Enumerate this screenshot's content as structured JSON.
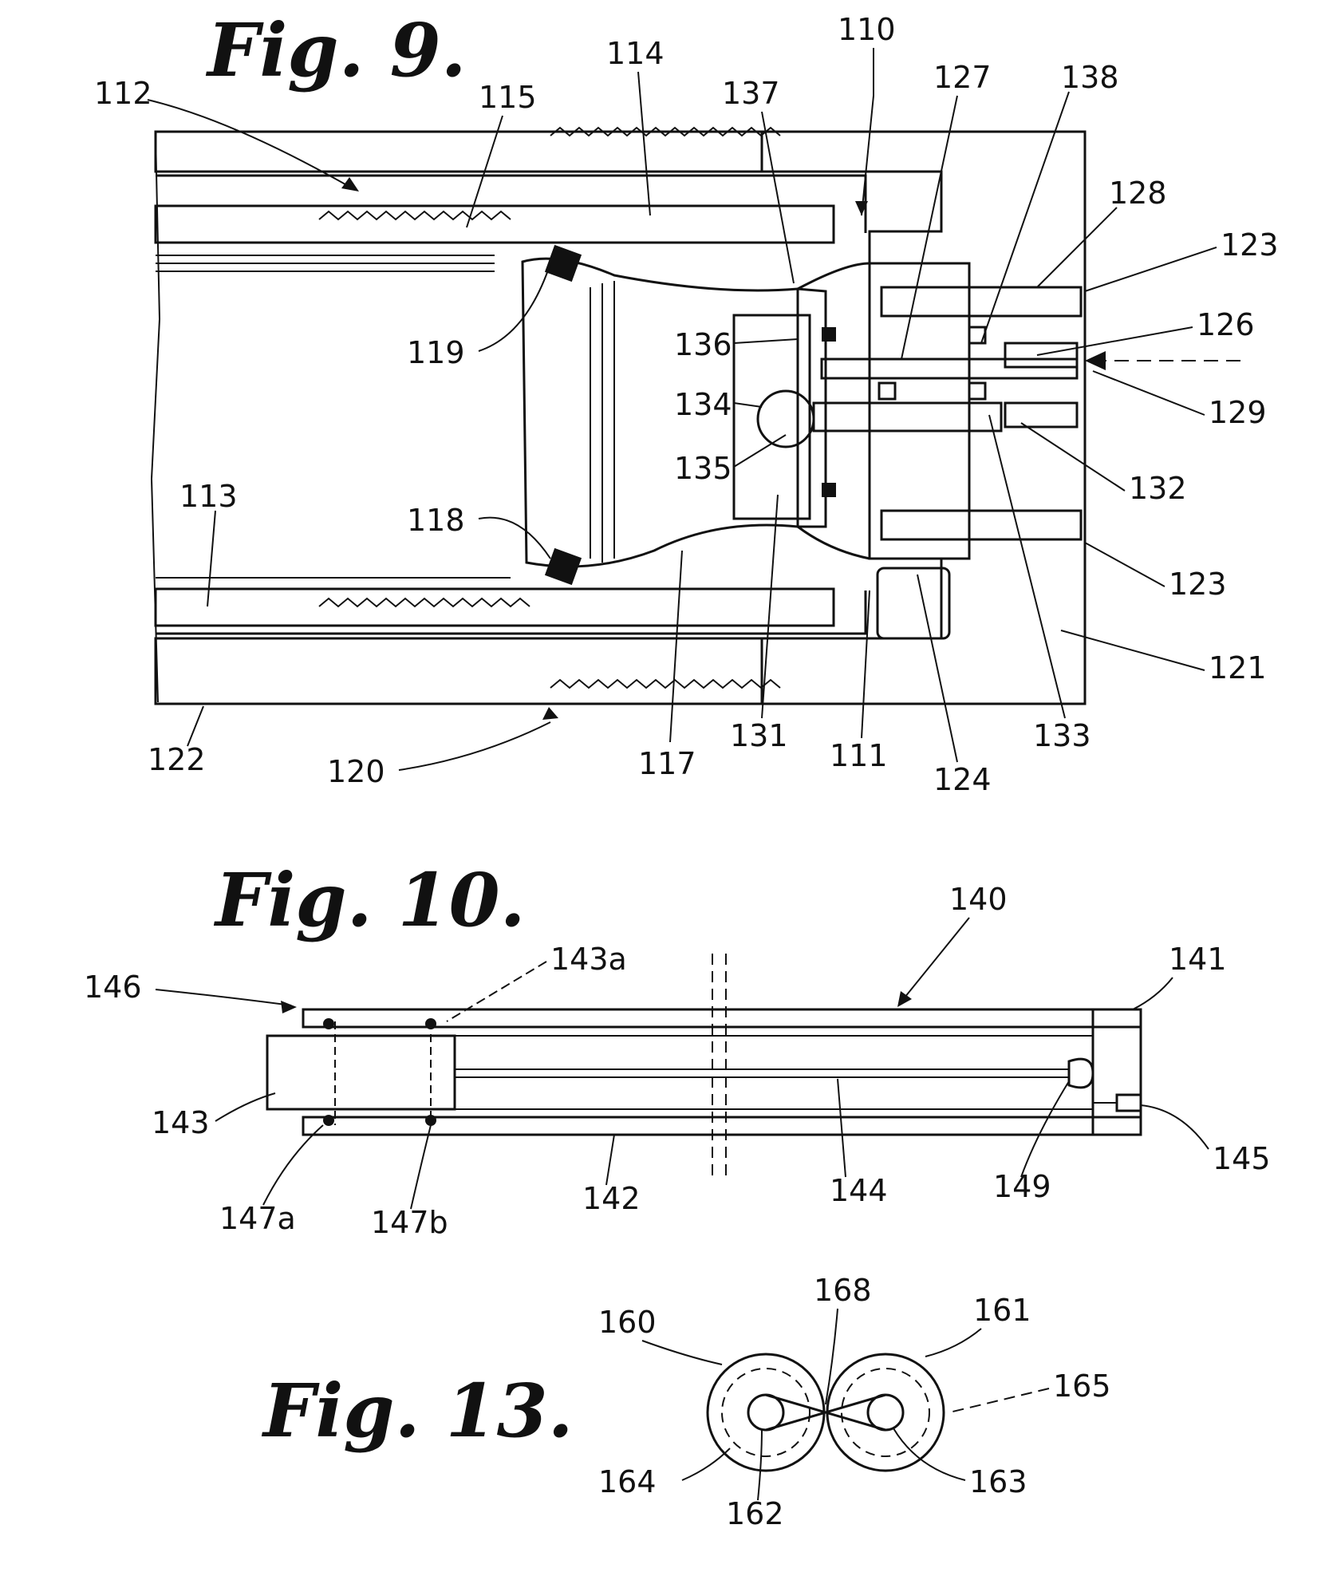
{
  "figures": [
    {
      "id": "fig9",
      "title": "Fig. 9.",
      "refs": [
        "110",
        "112",
        "114",
        "115",
        "137",
        "127",
        "138",
        "128",
        "123",
        "126",
        "129",
        "132",
        "123",
        "121",
        "133",
        "124",
        "111",
        "131",
        "117",
        "120",
        "122",
        "113",
        "118",
        "119",
        "136",
        "134",
        "135"
      ]
    },
    {
      "id": "fig10",
      "title": "Fig. 10.",
      "refs": [
        "140",
        "141",
        "146",
        "143a",
        "143",
        "145",
        "147a",
        "147b",
        "142",
        "144",
        "149"
      ]
    },
    {
      "id": "fig13",
      "title": "Fig. 13.",
      "refs": [
        "160",
        "168",
        "161",
        "165",
        "164",
        "162",
        "163"
      ]
    }
  ]
}
